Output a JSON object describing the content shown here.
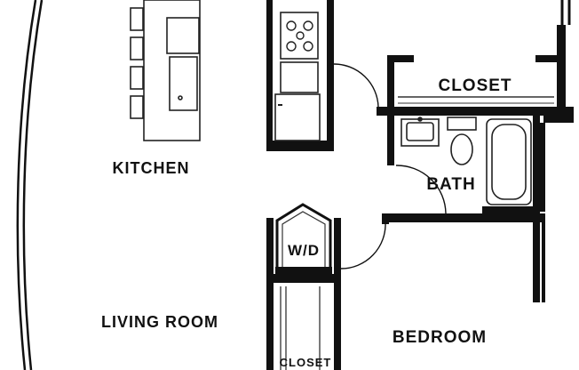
{
  "rooms": {
    "kitchen": "KITCHEN",
    "living_room": "LIVING ROOM",
    "closet_top": "CLOSET",
    "bath": "BATH",
    "wd": "W/D",
    "bedroom": "BEDROOM",
    "closet_bottom": "CLOSET"
  },
  "colors": {
    "wall": "#111111",
    "fixture": "#333333",
    "background": "#ffffff"
  }
}
